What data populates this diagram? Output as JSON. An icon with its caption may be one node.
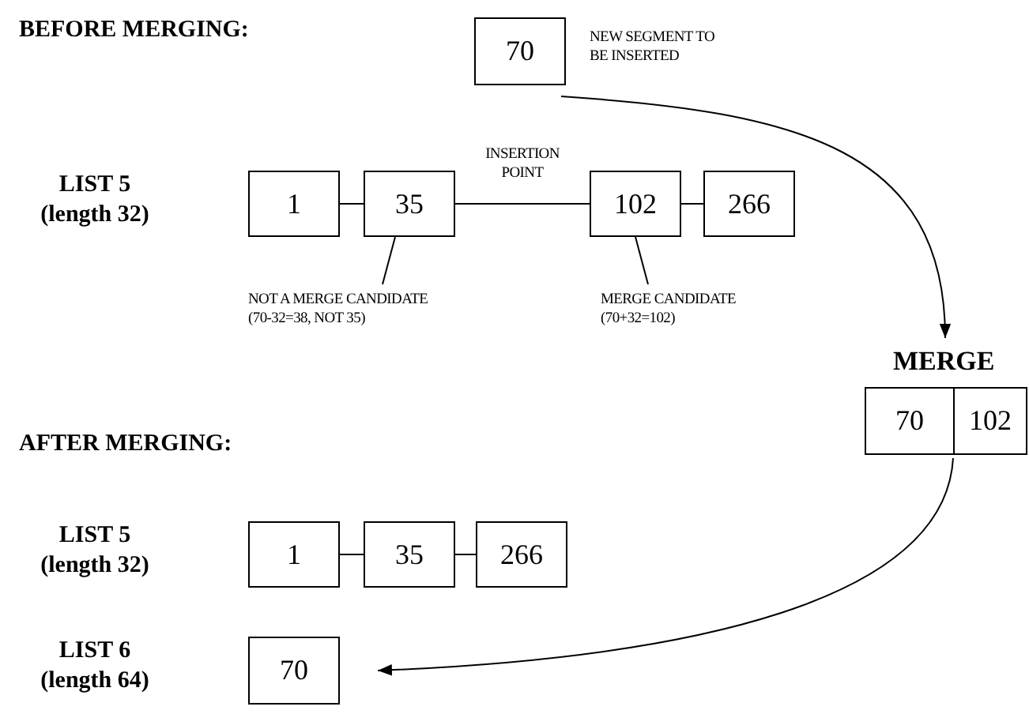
{
  "diagram": {
    "nodes": [
      {
        "text": [
          "70"
        ],
        "beside": [
          "NEW SEGMENT TO BE INSERTED"
        ]
      },
      {
        "text": [
          "1"
        ]
      },
      {
        "text": [
          "35"
        ]
      },
      {
        "text": [
          "102"
        ]
      },
      {
        "text": [
          "266"
        ]
      },
      {
        "text": [
          "NOT A MERGE CANDIDATE",
          "(70-32=38, NOT 35)"
        ]
      },
      {
        "text": [
          "MERGE CANDIDATE",
          "(70+32=102)"
        ]
      },
      {
        "text": [
          "MERGE"
        ]
      },
      {
        "text": [
          "70"
        ],
        "in": 7
      },
      {
        "text": [
          "102"
        ],
        "in": 7
      },
      {
        "text": [
          "1"
        ]
      },
      {
        "text": [
          "35"
        ]
      },
      {
        "text": [
          "266"
        ]
      },
      {
        "text": [
          "70"
        ]
      }
    ],
    "edges": [
      {
        "from": 0,
        "to": 7,
        "arrow": "to"
      },
      {
        "from": 1,
        "to": 2,
        "arrow": "none"
      },
      {
        "from": 2,
        "to": 3,
        "arrow": "none",
        "label": "INSERTION POINT"
      },
      {
        "from": 3,
        "to": 4,
        "arrow": "none"
      },
      {
        "from": 5,
        "to": 2,
        "arrow": "none"
      },
      {
        "from": 6,
        "to": 3,
        "arrow": "none"
      },
      {
        "from": 7,
        "to": 13,
        "arrow": "to"
      },
      {
        "from": 10,
        "to": 11,
        "arrow": "none"
      },
      {
        "from": 11,
        "to": 12,
        "arrow": "none"
      }
    ],
    "labels": [
      "BEFORE MERGING:",
      "LIST 5",
      "(length 32)",
      "AFTER MERGING:",
      "LIST 5",
      "(length 32)",
      "LIST 6",
      "(length 64)"
    ]
  }
}
